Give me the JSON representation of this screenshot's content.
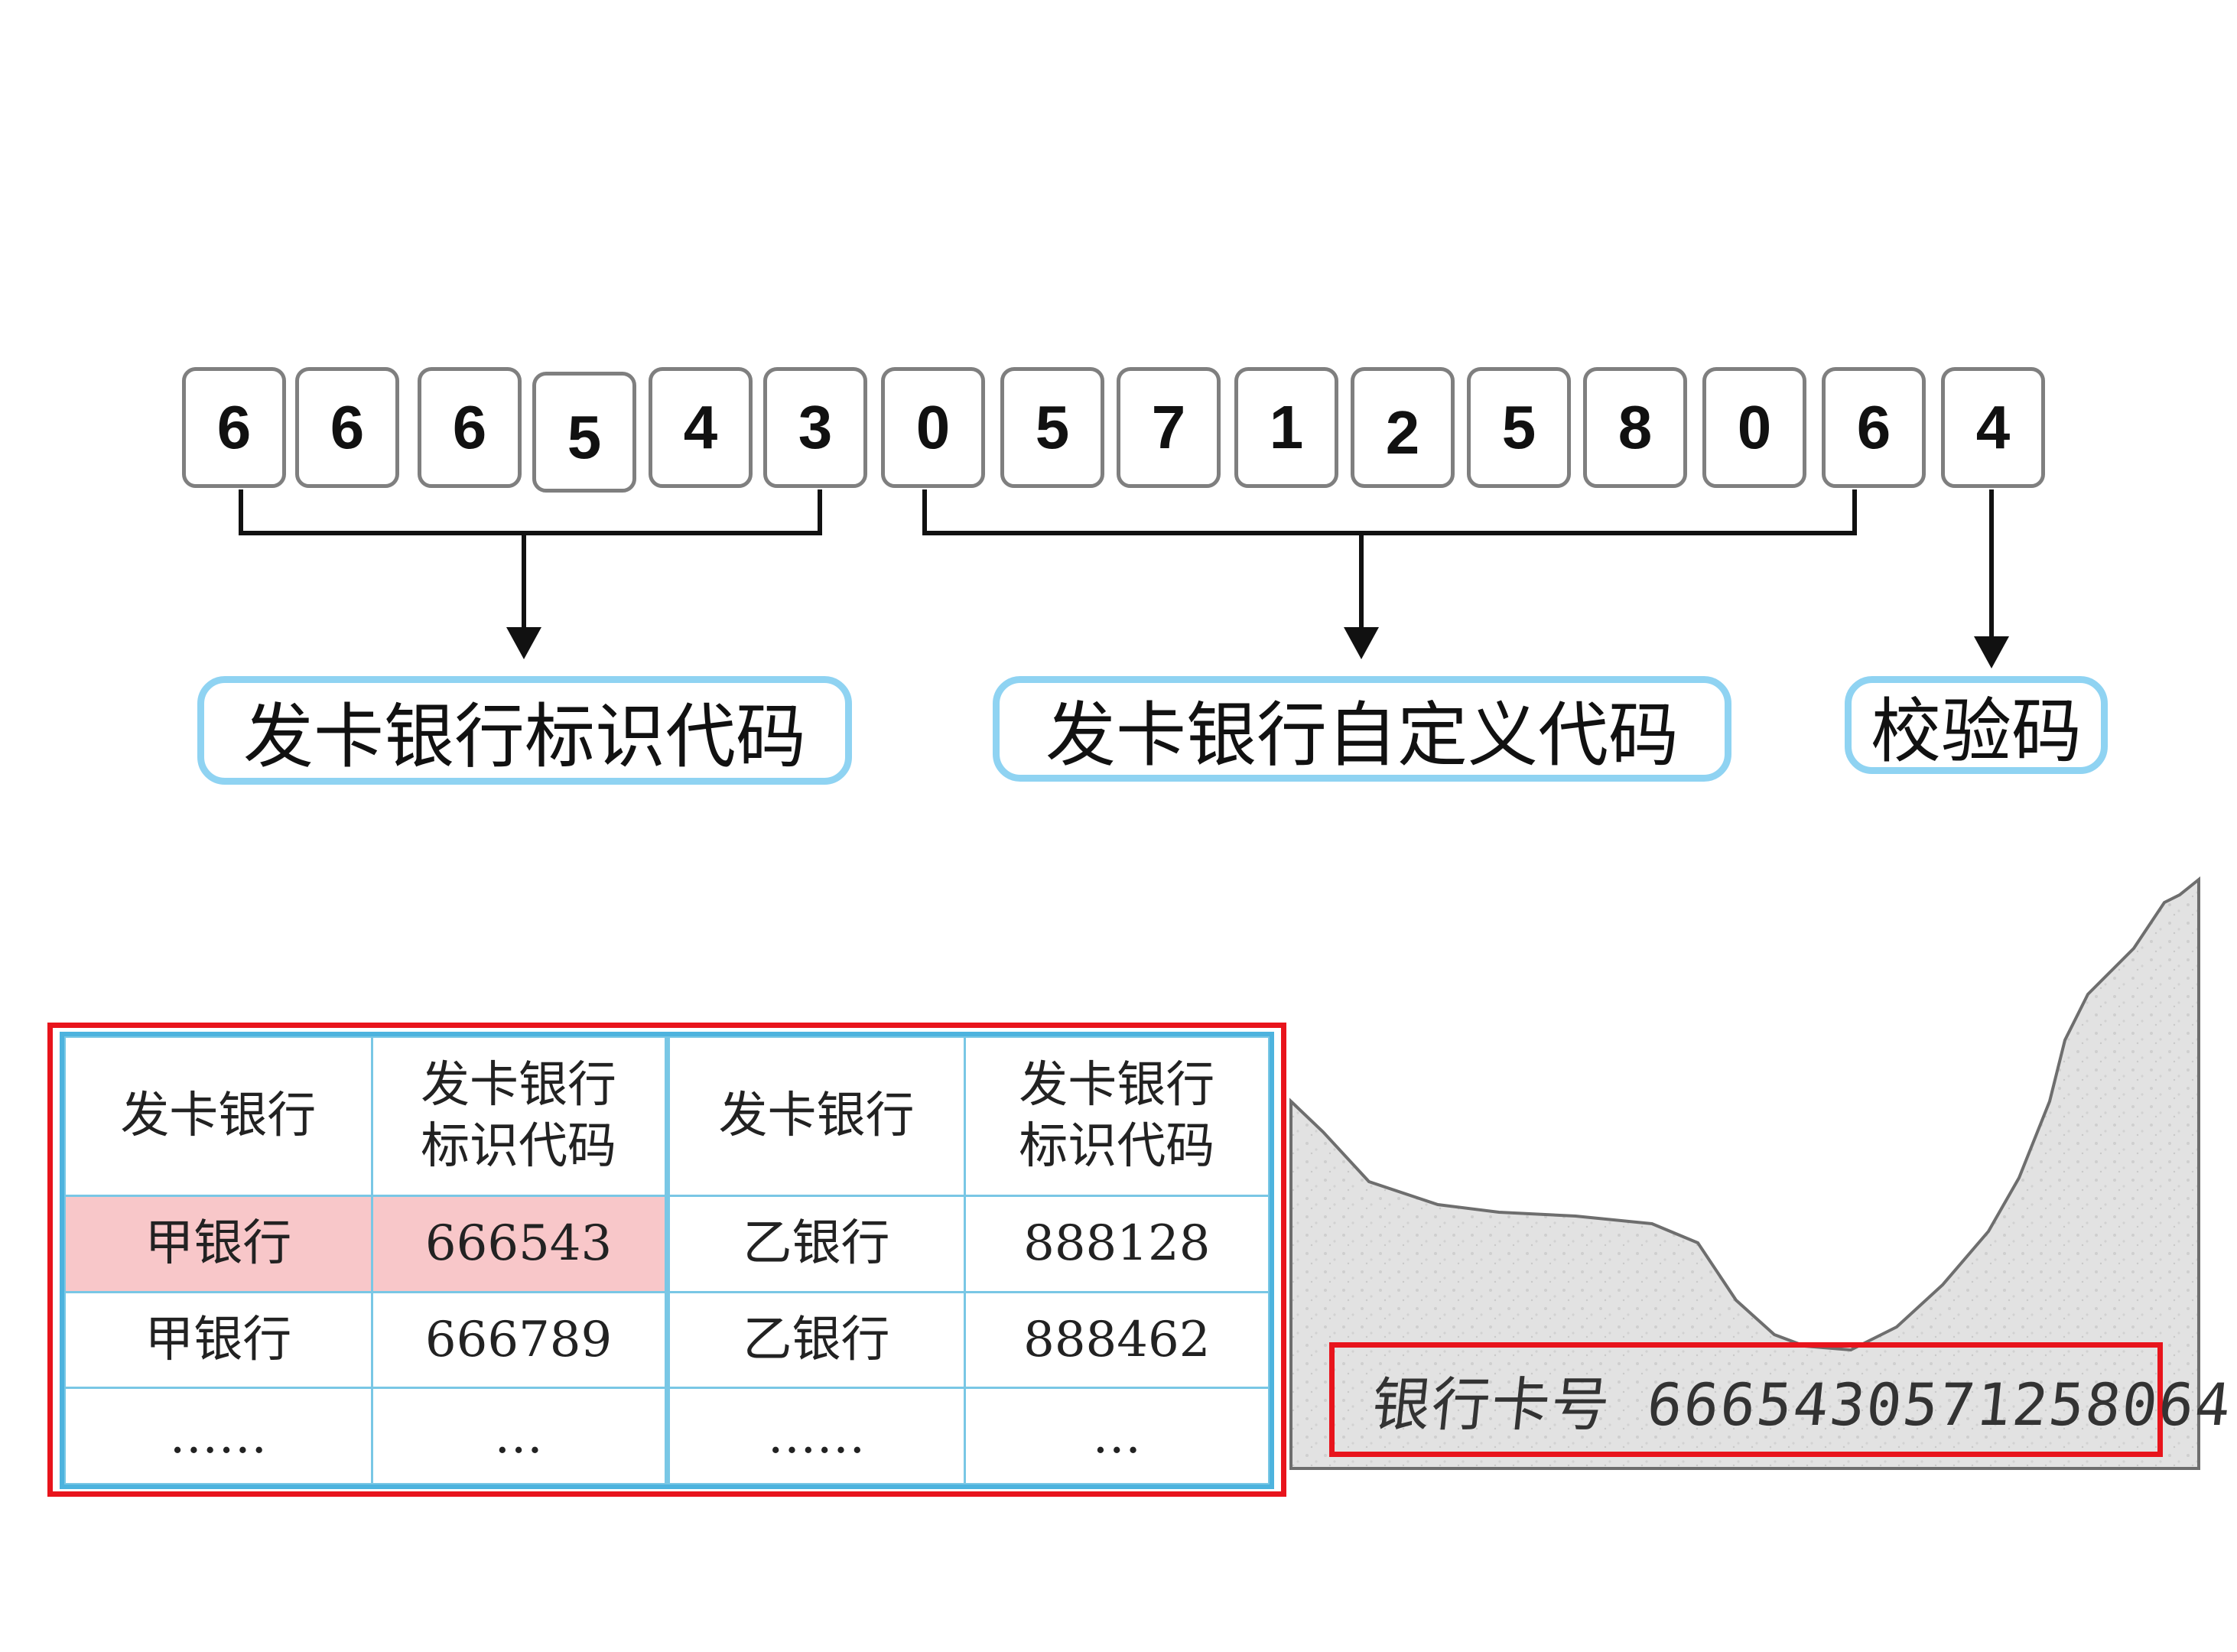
{
  "card_number_digits": [
    "6",
    "6",
    "6",
    "5",
    "4",
    "3",
    "0",
    "5",
    "7",
    "1",
    "2",
    "5",
    "8",
    "0",
    "6",
    "4"
  ],
  "labels": {
    "issuer_id": "发卡银行标识代码",
    "issuer_custom": "发卡银行自定义代码",
    "check_digit": "校验码"
  },
  "table": {
    "headers": [
      "发卡银行",
      "发卡银行\n标识代码",
      "发卡银行",
      "发卡银行\n标识代码"
    ],
    "rows": [
      [
        "甲银行",
        "666543",
        "乙银行",
        "888128"
      ],
      [
        "甲银行",
        "666789",
        "乙银行",
        "888462"
      ],
      [
        "……",
        "…",
        "……",
        "…"
      ]
    ]
  },
  "card_slip": {
    "text": "银行卡号 6665430571258064"
  },
  "colors": {
    "digit_border": "#7f7f7f",
    "pill_border": "#8fd3f2",
    "table_border": "#79c7e5",
    "highlight": "#f8c7c9",
    "red_frame": "#e8141c"
  }
}
